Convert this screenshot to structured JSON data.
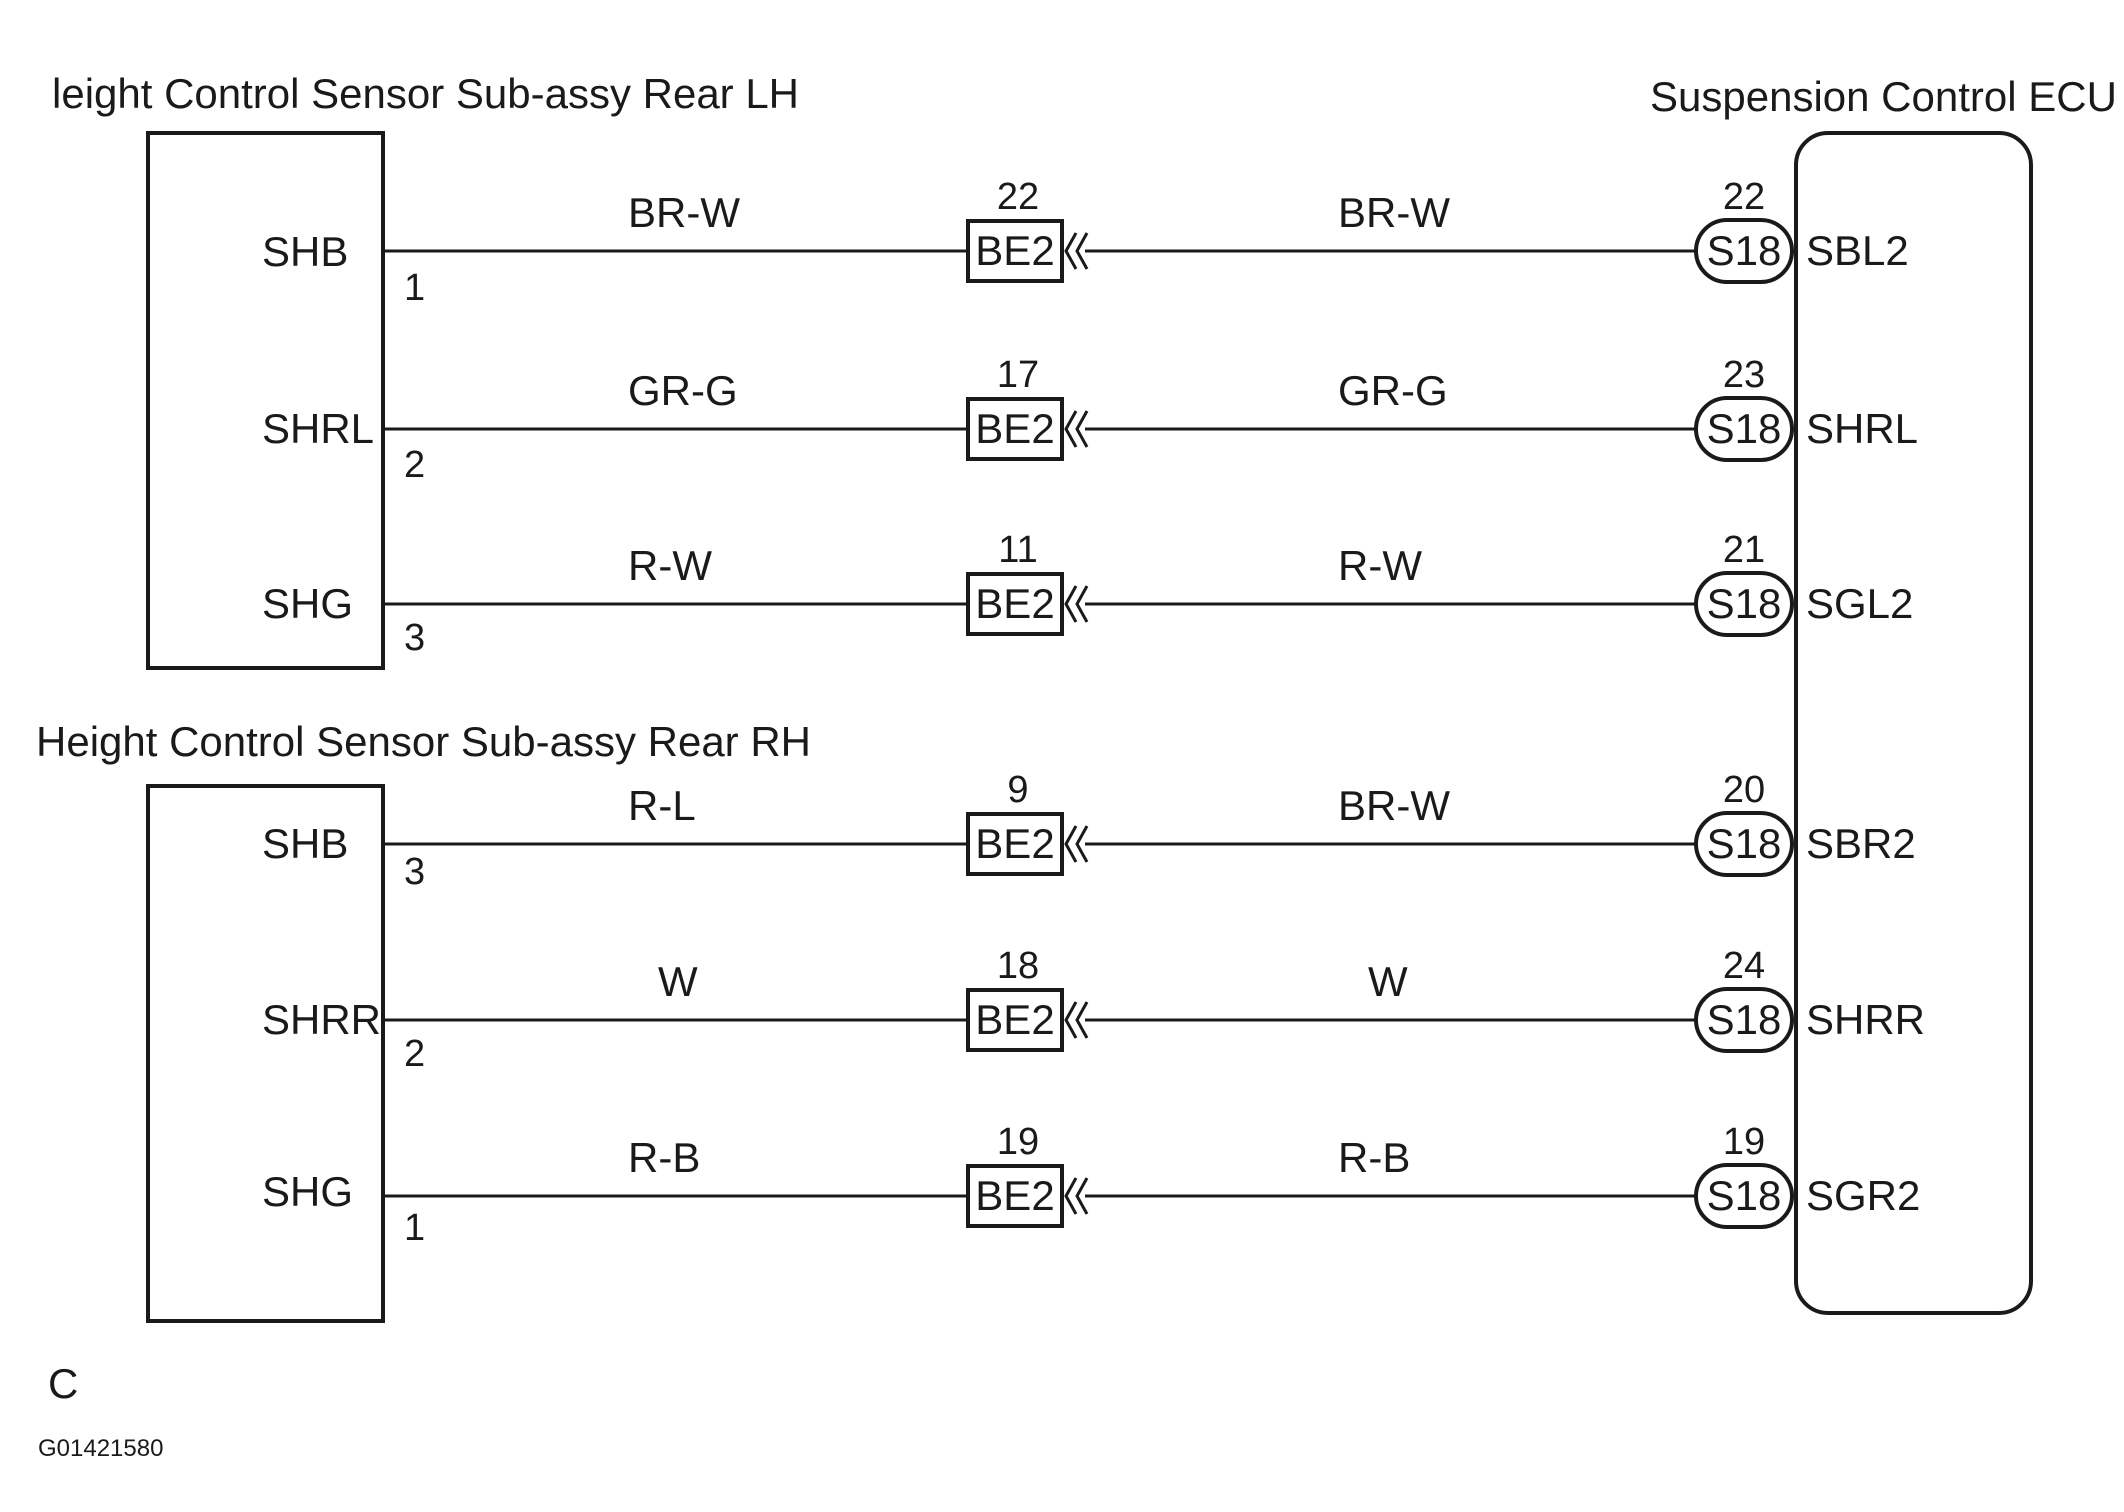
{
  "sensor_lh": {
    "title": "leight Control Sensor Sub-assy Rear LH",
    "pins": [
      {
        "name": "SHB",
        "pin": "1"
      },
      {
        "name": "SHRL",
        "pin": "2"
      },
      {
        "name": "SHG",
        "pin": "3"
      }
    ]
  },
  "sensor_rh": {
    "title": "Height Control Sensor Sub-assy Rear RH",
    "pins": [
      {
        "name": "SHB",
        "pin": "3"
      },
      {
        "name": "SHRR",
        "pin": "2"
      },
      {
        "name": "SHG",
        "pin": "1"
      }
    ]
  },
  "ecu": {
    "title": "Suspension Control ECU"
  },
  "circuits": [
    {
      "wire_left": "BR-W",
      "be2_pin": "22",
      "be2_label": "BE2",
      "wire_right": "BR-W",
      "s18_pin": "22",
      "s18_label": "S18",
      "ecu_terminal": "SBL2"
    },
    {
      "wire_left": "GR-G",
      "be2_pin": "17",
      "be2_label": "BE2",
      "wire_right": "GR-G",
      "s18_pin": "23",
      "s18_label": "S18",
      "ecu_terminal": "SHRL"
    },
    {
      "wire_left": "R-W",
      "be2_pin": "11",
      "be2_label": "BE2",
      "wire_right": "R-W",
      "s18_pin": "21",
      "s18_label": "S18",
      "ecu_terminal": "SGL2"
    },
    {
      "wire_left": "R-L",
      "be2_pin": "9",
      "be2_label": "BE2",
      "wire_right": "BR-W",
      "s18_pin": "20",
      "s18_label": "S18",
      "ecu_terminal": "SBR2"
    },
    {
      "wire_left": "W",
      "be2_pin": "18",
      "be2_label": "BE2",
      "wire_right": "W",
      "s18_pin": "24",
      "s18_label": "S18",
      "ecu_terminal": "SHRR"
    },
    {
      "wire_left": "R-B",
      "be2_pin": "19",
      "be2_label": "BE2",
      "wire_right": "R-B",
      "s18_pin": "19",
      "s18_label": "S18",
      "ecu_terminal": "SGR2"
    }
  ],
  "footer": {
    "letter": "C",
    "code": "G01421580"
  },
  "colors": {
    "line": "#1a1a1a",
    "background": "#ffffff"
  }
}
